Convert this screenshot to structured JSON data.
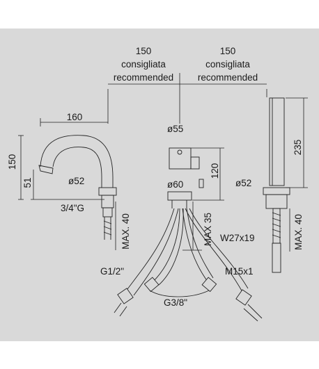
{
  "background_color": "#d9d9d9",
  "line_color": "#222222",
  "labels": {
    "left_spacing": {
      "value": "150",
      "it": "consigliata",
      "en": "recommended"
    },
    "right_spacing": {
      "value": "150",
      "it": "consigliata",
      "en": "recommended"
    },
    "spout_reach": "160",
    "spout_height": "150",
    "spout_clearance": "51",
    "spout_diameter": "ø52",
    "spout_thread": "3/4\"G",
    "spout_max": "MAX. 40",
    "mixer_top_diameter": "ø55",
    "mixer_height": "120",
    "mixer_base_diameter": "ø60",
    "mixer_max": "MAX 35",
    "shower_height": "235",
    "shower_diameter": "ø52",
    "shower_thread": "W27x19",
    "shower_max": "MAX. 40",
    "hose_left_thread": "G1/2\"",
    "hose_right_thread": "M15x1",
    "hose_bottom_thread": "G3/8\""
  }
}
